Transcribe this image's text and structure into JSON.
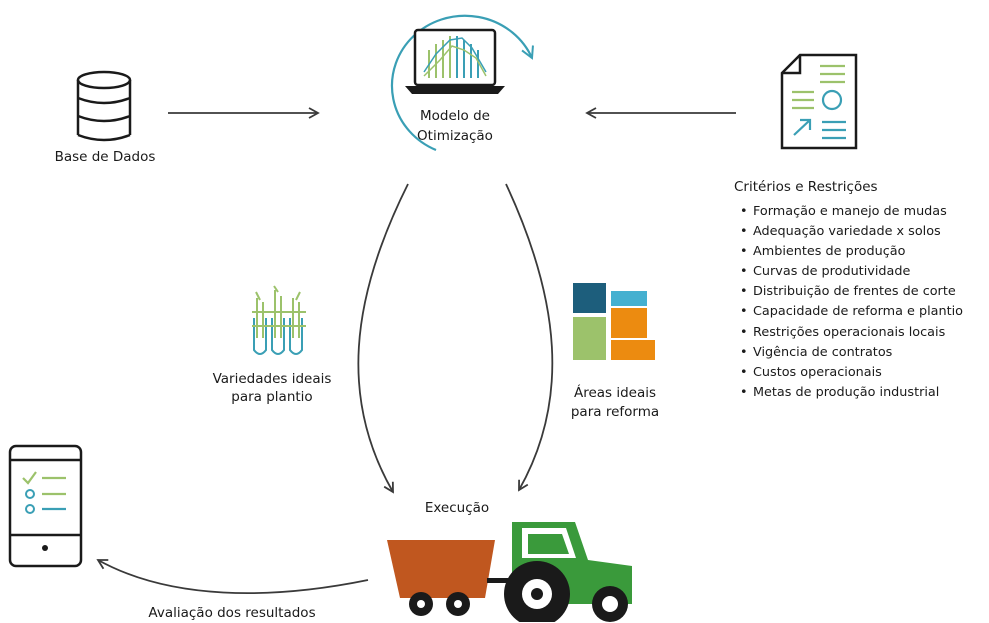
{
  "nodes": {
    "database": {
      "label": "Base de Dados"
    },
    "model": {
      "label_line1": "Modelo de",
      "label_line2": "Otimização"
    },
    "criteria": {
      "title": "Critérios e Restrições",
      "items": [
        "Formação e manejo de mudas",
        "Adequação variedade x solos",
        "Ambientes de produção",
        "Curvas de produtividade",
        "Distribuição de frentes de corte",
        "Capacidade de reforma e plantio",
        "Restrições operacionais locais",
        "Vigência de contratos",
        "Custos operacionais",
        "Metas de produção industrial"
      ]
    },
    "varieties": {
      "label_line1": "Variedades ideais",
      "label_line2": "para plantio"
    },
    "areas": {
      "label_line1": "Áreas ideais",
      "label_line2": "para reforma"
    },
    "execution": {
      "label": "Execução"
    },
    "evaluation": {
      "label": "Avaliação dos resultados"
    }
  },
  "colors": {
    "teal": "#3a9fb5",
    "green": "#9cc26b",
    "dark_blue": "#1d5e7c",
    "orange": "#ec8b10",
    "light_blue": "#45b0d0",
    "tractor_green": "#3a9a3b",
    "trailer_brown": "#c0571f",
    "outline": "#1a1a1a",
    "arrow": "#3a3a3a"
  }
}
